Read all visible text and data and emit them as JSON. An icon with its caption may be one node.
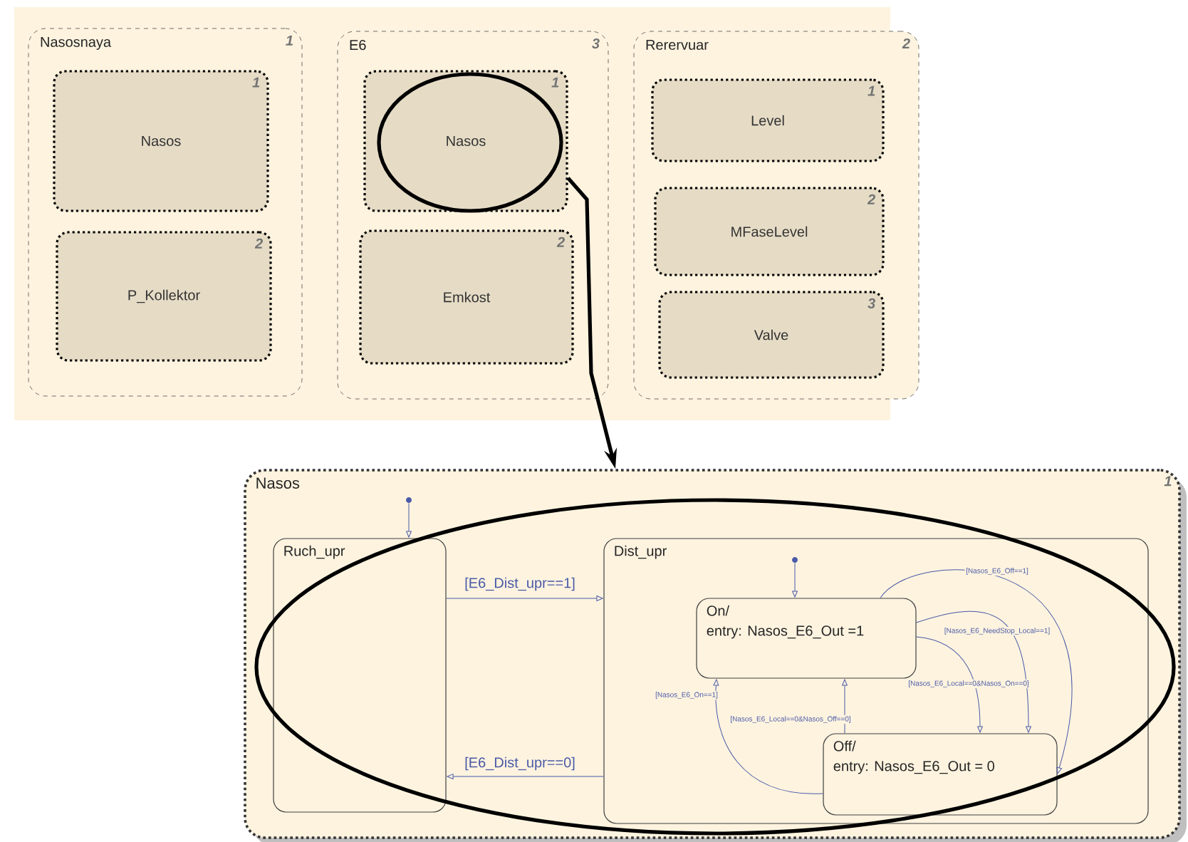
{
  "diagram": {
    "nodes": [
      {
        "text": [
          "Nasosnaya",
          "1"
        ]
      },
      {
        "text": [
          "Nasos",
          "1"
        ],
        "in": 0
      },
      {
        "text": [
          "P_Kollektor",
          "2"
        ],
        "in": 0
      },
      {
        "text": [
          "E6",
          "3"
        ]
      },
      {
        "text": [
          "Nasos",
          "1"
        ],
        "in": 3
      },
      {
        "text": [
          "Emkost",
          "2"
        ],
        "in": 3
      },
      {
        "text": [
          "Rerervuar",
          "2"
        ]
      },
      {
        "text": [
          "Level",
          "1"
        ],
        "in": 6
      },
      {
        "text": [
          "MFaseLevel",
          "2"
        ],
        "in": 6
      },
      {
        "text": [
          "Valve",
          "3"
        ],
        "in": 6
      },
      {
        "text": [
          "Nasos",
          "1"
        ]
      },
      {
        "text": [
          "Ruch_upr"
        ],
        "in": 10
      },
      {
        "text": [
          "Dist_upr"
        ],
        "in": 10
      },
      {
        "text": [
          "On/",
          "entry: Nasos_E6_Out =1"
        ],
        "in": 12
      },
      {
        "text": [
          "Off/",
          "entry: Nasos_E6_Out = 0"
        ],
        "in": 12
      },
      {
        "text": [],
        "shape": "circle",
        "in": 10
      },
      {
        "text": [],
        "shape": "circle",
        "in": 12
      }
    ],
    "edges": [
      {
        "from": 4,
        "to": 10,
        "arrow": "to",
        "style": "thick",
        "color": "#000000"
      },
      {
        "from": 15,
        "to": 11,
        "arrow": "to"
      },
      {
        "from": 11,
        "to": 12,
        "arrow": "to",
        "label": "[E6_Dist_upr==1]"
      },
      {
        "from": 12,
        "to": 11,
        "arrow": "to",
        "label": "[E6_Dist_upr==0]"
      },
      {
        "from": 16,
        "to": 13,
        "arrow": "to"
      },
      {
        "from": 13,
        "to": 14,
        "arrow": "to",
        "label": "[Nasos_E6_Off==1]"
      },
      {
        "from": 13,
        "to": 14,
        "arrow": "to",
        "label": "[Nasos_E6_NeedStop_Local==1]"
      },
      {
        "from": 13,
        "to": 14,
        "arrow": "to",
        "label": "[Nasos_E6_Local==0&Nasos_On==0]"
      },
      {
        "from": 14,
        "to": 13,
        "arrow": "to",
        "label": "[Nasos_E6_Local==0&Nasos_Off==0]"
      },
      {
        "from": 14,
        "to": 13,
        "arrow": "to",
        "label": "[Nasos_E6_On==1]"
      }
    ]
  }
}
